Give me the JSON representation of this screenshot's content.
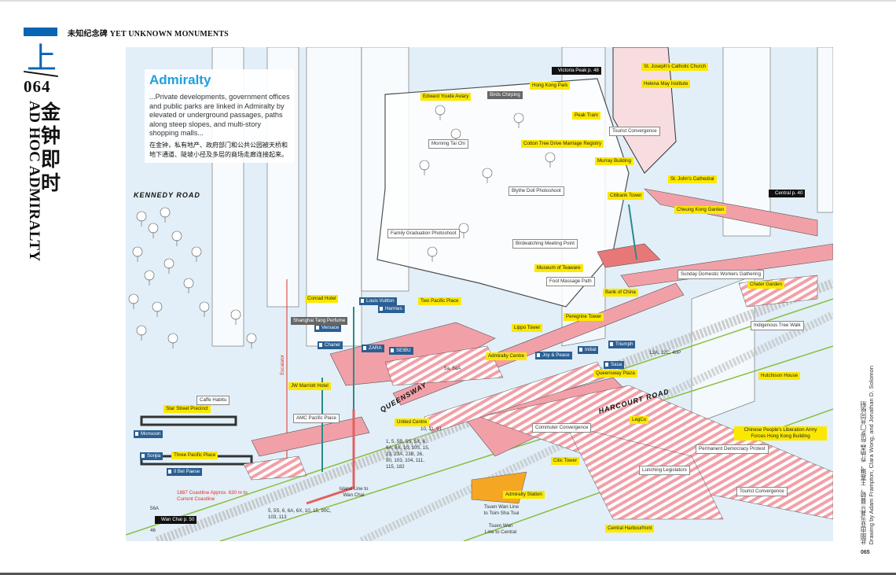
{
  "header": {
    "series": "未知纪念碑 YET UNKNOWN MONUMENTS",
    "chapter_char": "上",
    "page_left": "064",
    "page_right": "065"
  },
  "title": {
    "cn": "金钟即时",
    "en": "AD HOC ADMIRALTY"
  },
  "credit": {
    "cn": "此图由亚当弗兰普顿，王嘉琳，乔纳森·所罗门共同绘制",
    "en": "Drawing by Adam Frampton, Clara Wong, and Jonathan D. Solomon"
  },
  "intro": {
    "heading": "Admiralty",
    "en": "...Private developments, government offices and public parks are linked in Admiralty by elevated or underground passages, paths along steep slopes, and multi-story shopping malls...",
    "cn": "在金钟，私有地产、政府部门和公共公园被天桥和地下通道、陡坡小径及多层的商场走廊连接起来。"
  },
  "roads": {
    "kennedy": "KENNEDY ROAD",
    "queensway": "QUEENSWAY",
    "harcourt": "HARCOURT ROAD"
  },
  "landmarks": [
    "Edward Youde Aviary",
    "Hong Kong Park",
    "St. Joseph's Catholic Church",
    "Helena May Institute",
    "Peak Tram",
    "Cotton Tree Drive Marriage Registry",
    "Murray Building",
    "St. John's Cathedral",
    "Citibank Tower",
    "Cheung Kong Garden",
    "Museum of Teaware",
    "Bank of China",
    "Chater Garden",
    "Conrad Hotel",
    "Two Pacific Place",
    "Peregrine Tower",
    "Lippo Tower",
    "Admiralty Centre",
    "Queensway Plaza",
    "Hutchison House",
    "JW Marriott Hotel",
    "Star Street Precinct",
    "United Centre",
    "LegCo",
    "Chinese People's Liberation Army Forces Hong Kong Building",
    "Three Pacific Place",
    "Citic Tower",
    "Admiralty Station",
    "Central Harbourfront"
  ],
  "activities": [
    "Morning Tai Chi",
    "Tourist Convergence",
    "Blythe Doll Photoshoot",
    "Family Graduation Photoshoot",
    "Birdwatching Meeting Point",
    "Foot Massage Path",
    "Sunday Domestic Workers Gathering",
    "Indigenous Tree Walk",
    "Caffe Habitu",
    "AMC Pacific Place",
    "Commuter Convergence",
    "Permanent Democracy Protest",
    "Lunching Legislators",
    "Tourist Convergence"
  ],
  "shops": [
    "Louis Vuitton",
    "Hermes",
    "Versace",
    "Chanel",
    "ZARA",
    "SEIBU",
    "Joy & Peace",
    "Initial",
    "Triumph",
    "Sasa",
    "Monsoon",
    "Sonjia",
    "Il Bel Paese"
  ],
  "gray_labels": [
    "Shanghai Tang Perfume",
    "Birds Chirping"
  ],
  "links": [
    "Victoria Peak p. 48",
    "Central p. 40",
    "Wan Chai p. 50"
  ],
  "transit": {
    "bus_pp": "5a, 5aA",
    "bus_uc": "10, 11, 91",
    "bus_queensway": "1, 5, 5B, 5S, 5X, 6, 6A, 6X, 10, 10S, 15, 23, 23A, 23B, 26, 90, 103, 104, 111, 115, 182",
    "bus_south": "5, 5S, 6, 6A, 6X, 10, 15, 90C, 103, 113",
    "bus_harcourt": "12A, 12C, 40P",
    "bus_56a": "56A",
    "bus_46": "46",
    "island_line": "Island Line to Wan Chai",
    "tsw_tst": "Tsuen Wan Line to Tsim Sha Tsui",
    "tsw_central": "Tsuen Wan Line to Central"
  },
  "notes": {
    "coastline": "1887 Coastline Approx. 630 m to Current Coastline",
    "escalator": "Escalator"
  },
  "colors": {
    "accent": "#0a64b4",
    "map_bg": "#e2eff8",
    "walkway": "#f2a0a8",
    "label_yellow": "#fbe800",
    "shop_blue": "#2b5f93",
    "heading_blue": "#1ea0e0"
  }
}
